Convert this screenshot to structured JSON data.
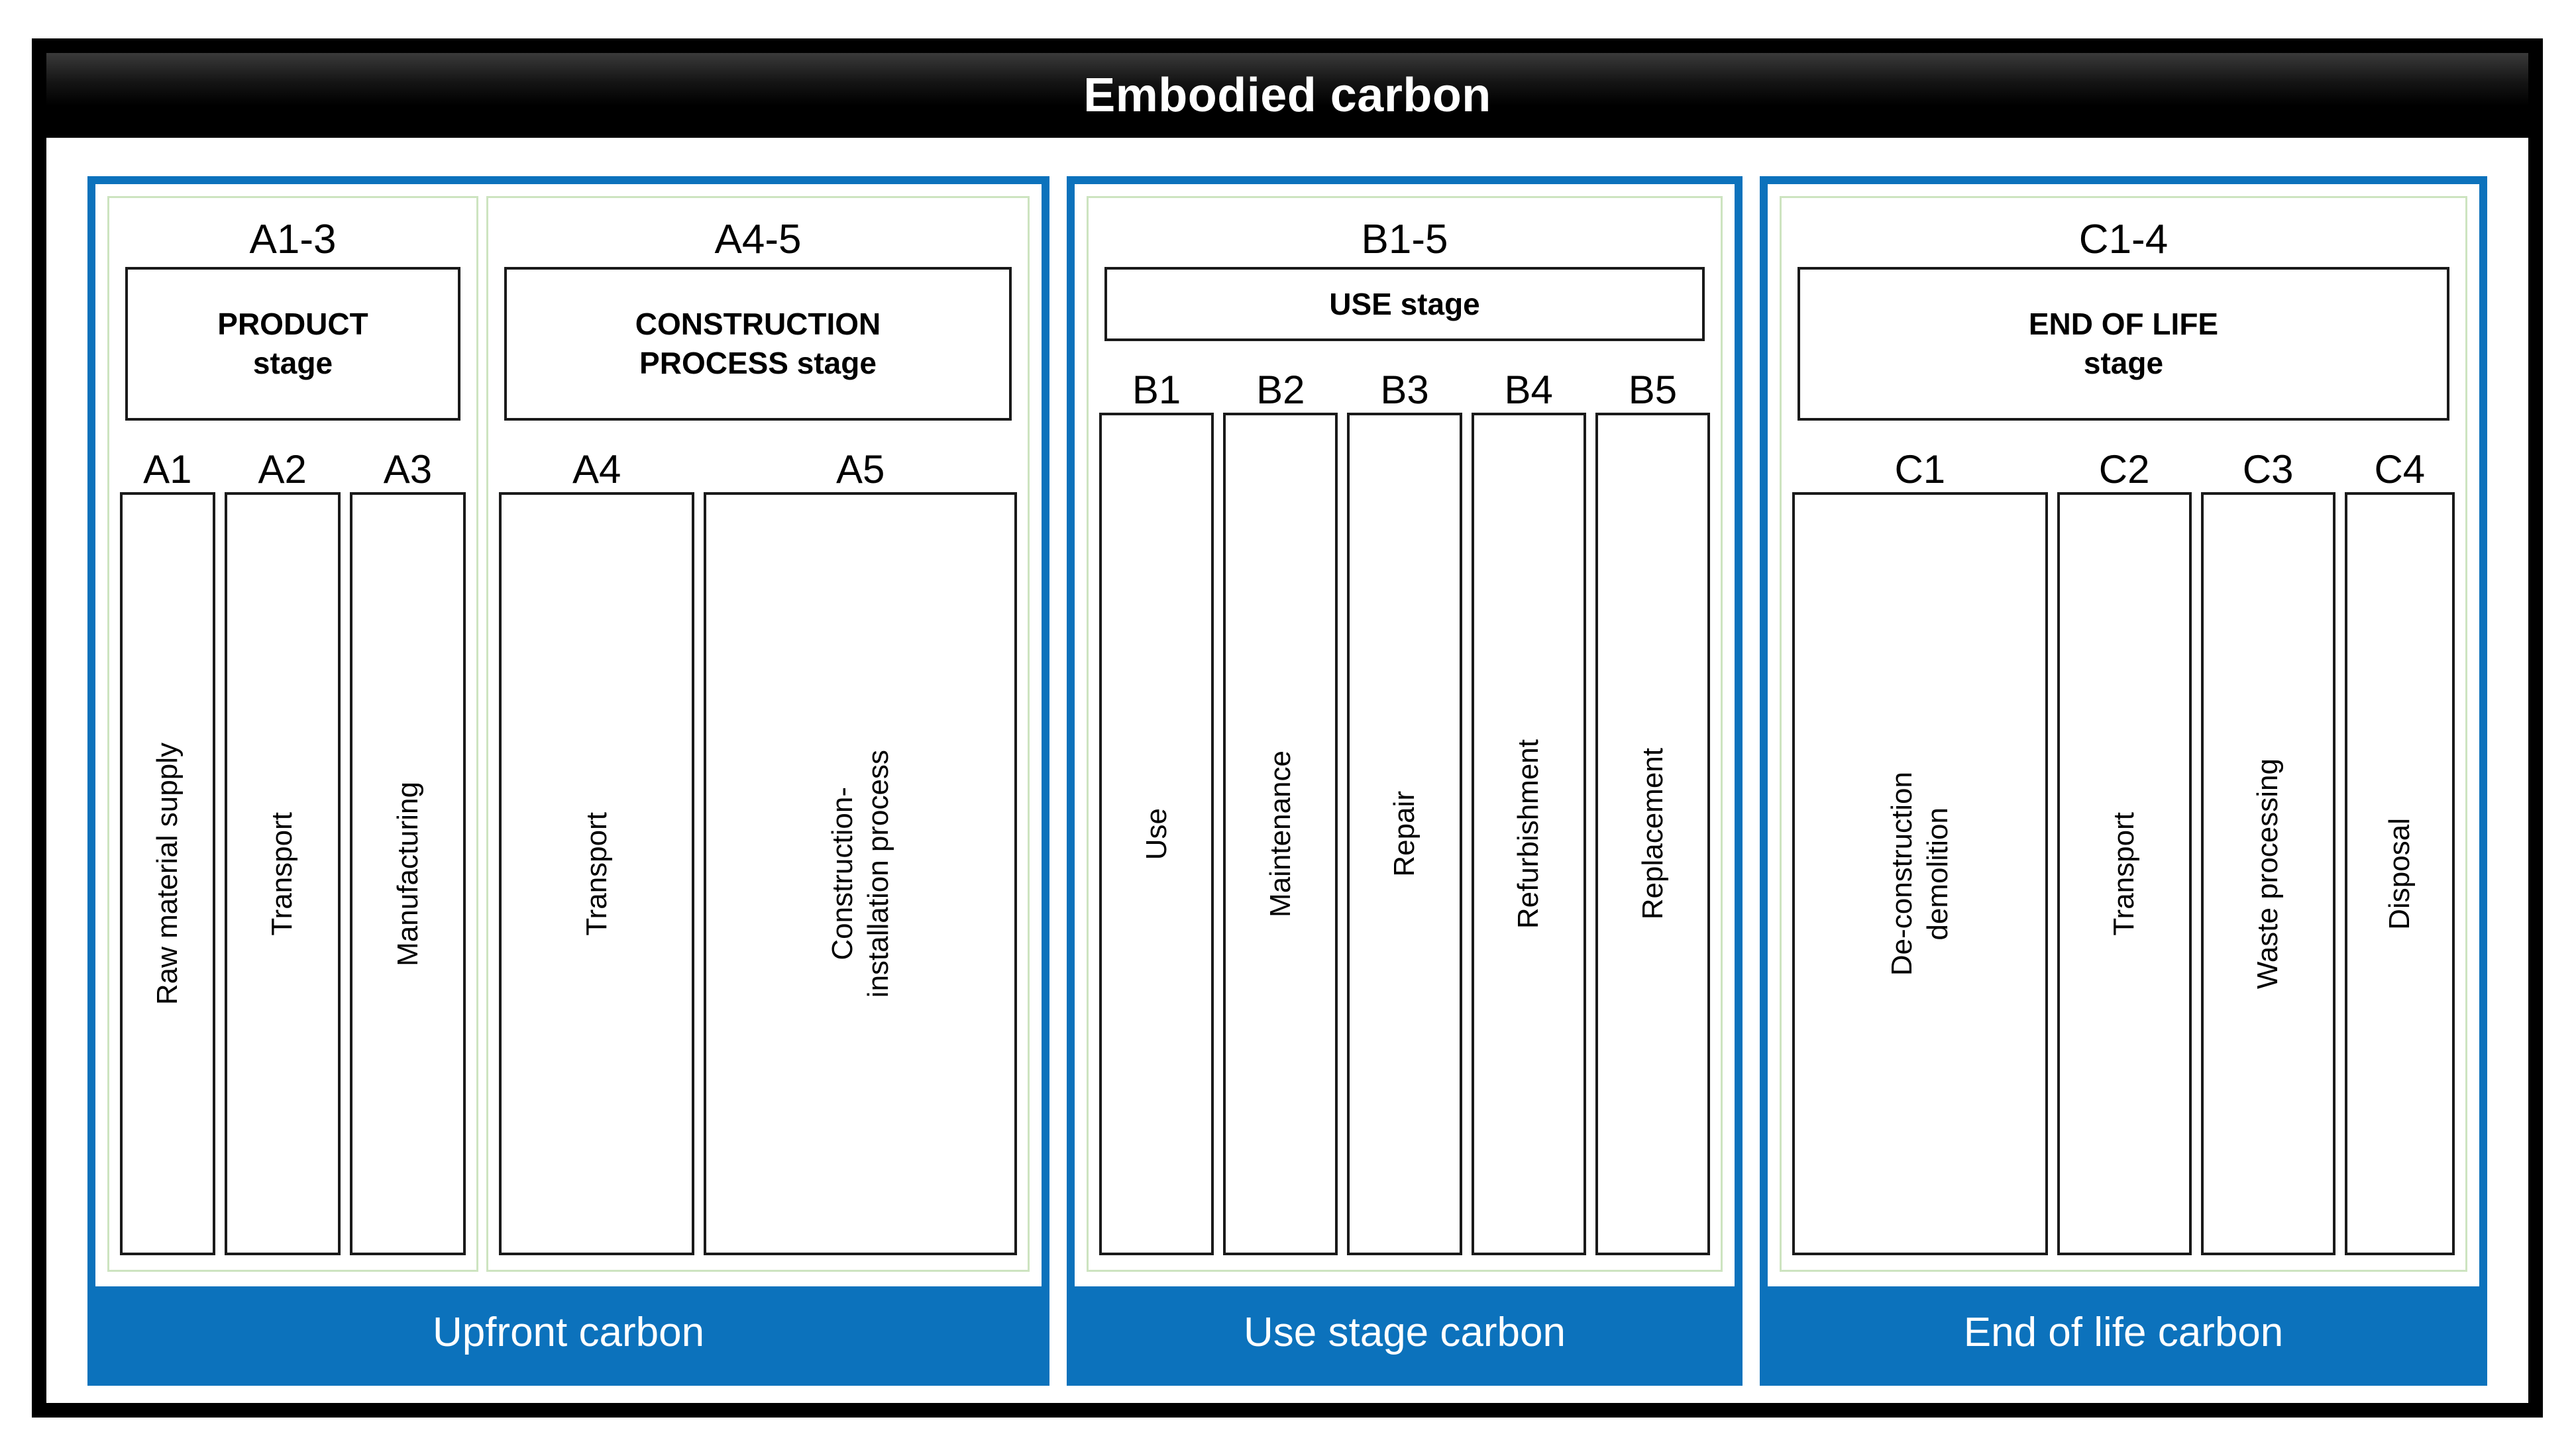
{
  "header": {
    "title": "Embodied carbon"
  },
  "colors": {
    "panel_border_blue": "#0C72BC",
    "footer_blue": "#0C72BC",
    "group_border_green": "#CDE4C0",
    "box_border_black": "#1a1a1a",
    "header_background": "#000000",
    "header_text": "#FFFFFF"
  },
  "panels": [
    {
      "id": "upfront",
      "footer_label": "Upfront carbon",
      "groups": [
        {
          "id": "a13",
          "code": "A1-3",
          "stage_name_lines": [
            "PRODUCT",
            "stage"
          ],
          "substages": [
            {
              "code": "A1",
              "label_lines": [
                "Raw material supply"
              ]
            },
            {
              "code": "A2",
              "label_lines": [
                "Transport"
              ]
            },
            {
              "code": "A3",
              "label_lines": [
                "Manufacturing"
              ]
            }
          ]
        },
        {
          "id": "a45",
          "code": "A4-5",
          "stage_name_lines": [
            "CONSTRUCTION",
            "PROCESS stage"
          ],
          "substages": [
            {
              "code": "A4",
              "label_lines": [
                "Transport"
              ]
            },
            {
              "code": "A5",
              "label_lines": [
                "Construction-",
                "installation process"
              ]
            }
          ]
        }
      ]
    },
    {
      "id": "use",
      "footer_label": "Use stage carbon",
      "groups": [
        {
          "id": "b15",
          "code": "B1-5",
          "stage_name_lines": [
            "USE stage"
          ],
          "substages": [
            {
              "code": "B1",
              "label_lines": [
                "Use"
              ]
            },
            {
              "code": "B2",
              "label_lines": [
                "Maintenance"
              ]
            },
            {
              "code": "B3",
              "label_lines": [
                "Repair"
              ]
            },
            {
              "code": "B4",
              "label_lines": [
                "Refurbishment"
              ]
            },
            {
              "code": "B5",
              "label_lines": [
                "Replacement"
              ]
            }
          ]
        }
      ]
    },
    {
      "id": "eol",
      "footer_label": "End of life carbon",
      "groups": [
        {
          "id": "c14",
          "code": "C1-4",
          "stage_name_lines": [
            "END OF LIFE",
            "stage"
          ],
          "substages": [
            {
              "code": "C1",
              "label_lines": [
                "De-construction",
                "demolition"
              ]
            },
            {
              "code": "C2",
              "label_lines": [
                "Transport"
              ]
            },
            {
              "code": "C3",
              "label_lines": [
                "Waste processing"
              ]
            },
            {
              "code": "C4",
              "label_lines": [
                "Disposal"
              ]
            }
          ]
        }
      ]
    }
  ]
}
